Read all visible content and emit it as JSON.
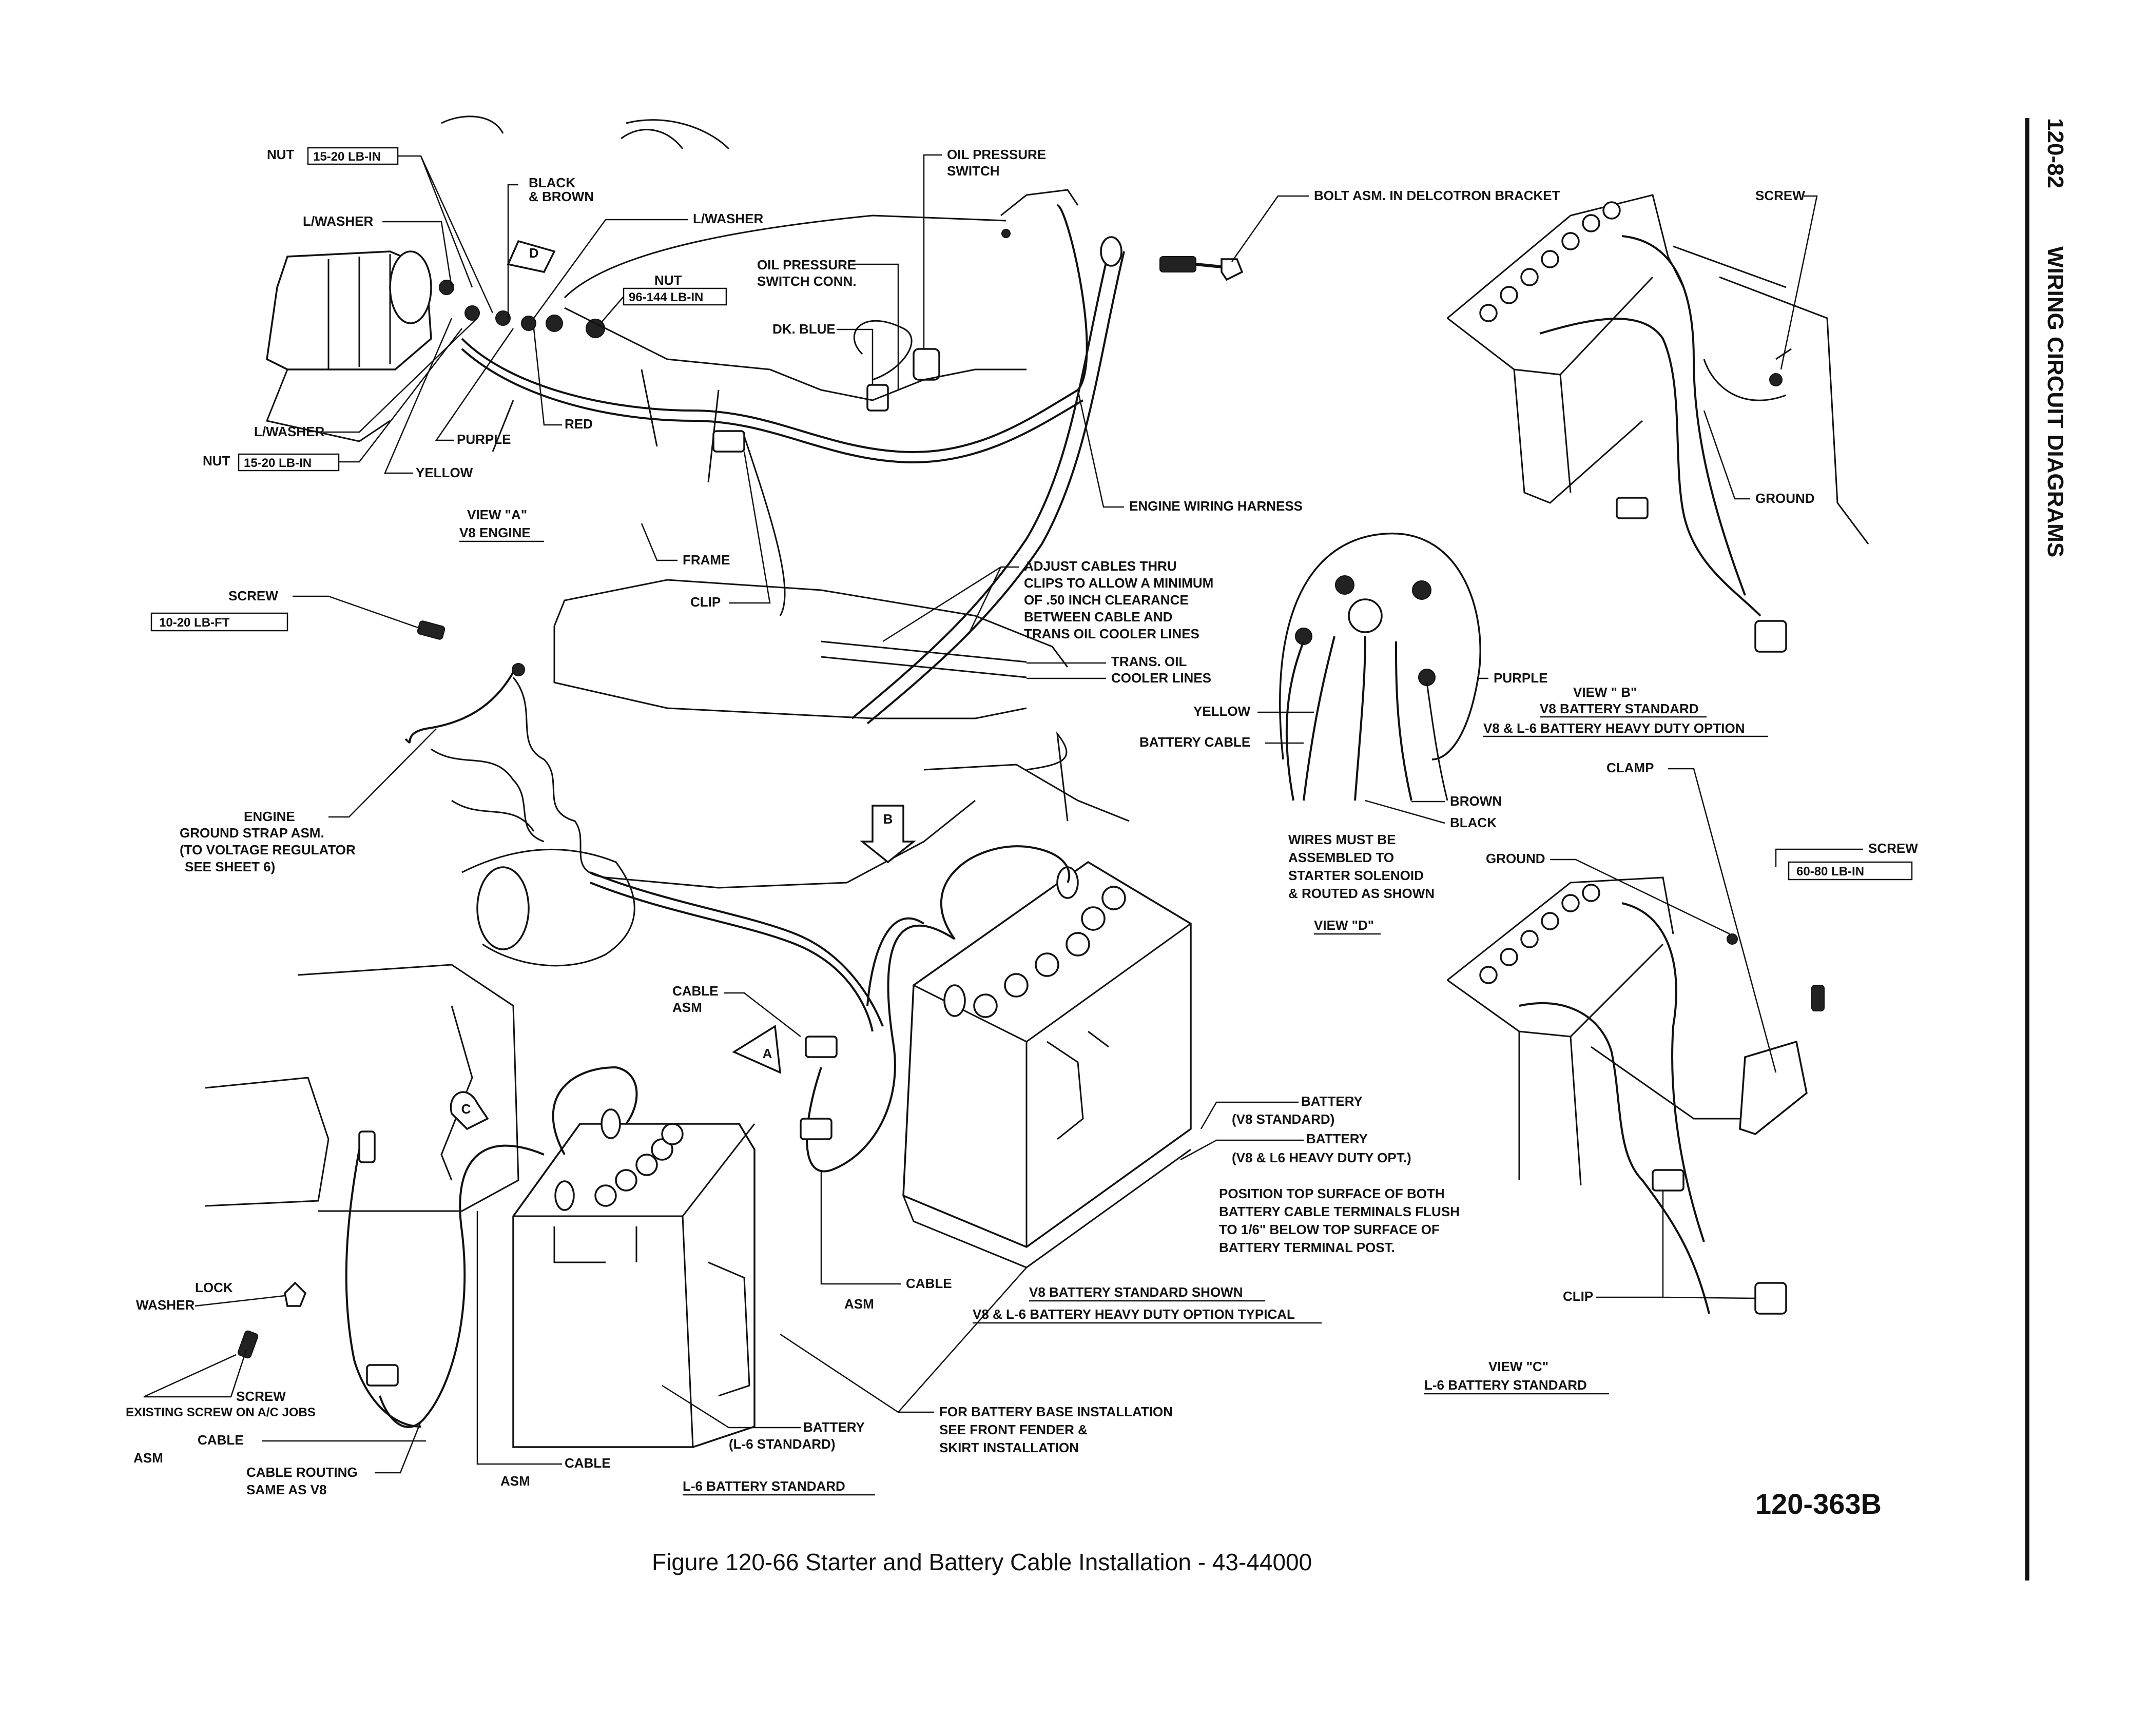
{
  "page": {
    "page_number": "120-82",
    "section_title": "WIRING CIRCUIT DIAGRAMS",
    "figure_code": "120-363B",
    "caption": "Figure 120-66 Starter and Battery Cable Installation - 43-44000"
  },
  "view_a": {
    "nut_top_label": "NUT",
    "nut_top_spec": "15-20 LB-IN",
    "black_brown": [
      "BLACK",
      "& BROWN"
    ],
    "l_washer_1": "L/WASHER",
    "l_washer_2": "L/WASHER",
    "l_washer_3": "L/WASHER",
    "nut_mid_label": "NUT",
    "nut_mid_spec": "96-144 LB-IN",
    "oil_pressure_switch": [
      "OIL PRESSURE",
      "SWITCH"
    ],
    "oil_pressure_switch_conn": [
      "OIL PRESSURE",
      "SWITCH CONN."
    ],
    "dk_blue": "DK. BLUE",
    "red": "RED",
    "purple": "PURPLE",
    "yellow": "YELLOW",
    "nut_bottom_label": "NUT",
    "nut_bottom_spec": "15-20 LB-IN",
    "view_title": "VIEW \"A\"",
    "view_sub": "V8 ENGINE",
    "frame": "FRAME",
    "clip": "CLIP",
    "engine_wiring_harness": "ENGINE WIRING HARNESS",
    "marker_d": "D"
  },
  "notes": {
    "adjust_cables": [
      "ADJUST CABLES THRU",
      "CLIPS TO ALLOW A MINIMUM",
      "OF .50 INCH CLEARANCE",
      "BETWEEN CABLE AND",
      "TRANS OIL COOLER LINES"
    ],
    "trans_oil": [
      "TRANS. OIL",
      "COOLER LINES"
    ],
    "screw_label": "SCREW",
    "screw_spec": "10-20 LB-FT",
    "engine_ground": [
      "ENGINE",
      "GROUND STRAP ASM.",
      "(TO VOLTAGE REGULATOR",
      "SEE SHEET 6)"
    ],
    "bolt_asm": "BOLT ASM. IN DELCOTRON BRACKET"
  },
  "view_b": {
    "screw": "SCREW",
    "ground": "GROUND",
    "purple": "PURPLE",
    "title": "VIEW \" B\"",
    "line1": "V8 BATTERY STANDARD",
    "line2": "V8 & L-6 BATTERY HEAVY DUTY OPTION"
  },
  "view_d": {
    "yellow": "YELLOW",
    "battery_cable": "BATTERY CABLE",
    "brown": "BROWN",
    "black": "BLACK",
    "wires_must": [
      "WIRES MUST BE",
      "ASSEMBLED TO",
      "STARTER SOLENOID",
      "& ROUTED AS SHOWN"
    ],
    "title": "VIEW \"D\""
  },
  "view_c": {
    "clamp": "CLAMP",
    "screw": "SCREW",
    "screw_spec": "60-80 LB-IN",
    "ground": "GROUND",
    "clip": "CLIP",
    "title": "VIEW \"C\"",
    "subtitle": "L-6 BATTERY STANDARD"
  },
  "center": {
    "cable_asm": [
      "CABLE",
      "ASM"
    ],
    "battery_v8": [
      "BATTERY",
      "(V8 STANDARD)"
    ],
    "battery_hd": [
      "BATTERY",
      "(V8 & L6 HEAVY DUTY OPT.)"
    ],
    "position_note": [
      "POSITION TOP SURFACE OF BOTH",
      "BATTERY CABLE TERMINALS FLUSH",
      "TO 1/6\" BELOW TOP SURFACE OF",
      "BATTERY TERMINAL POST."
    ],
    "cable": "CABLE",
    "asm": "ASM",
    "v8_shown": "V8 BATTERY STANDARD SHOWN",
    "v8_typical": "V8 & L-6 BATTERY HEAVY DUTY OPTION TYPICAL",
    "battery_base": [
      "FOR BATTERY BASE INSTALLATION",
      "SEE FRONT FENDER &",
      "SKIRT INSTALLATION"
    ],
    "marker_a": "A",
    "marker_b": "B",
    "marker_c": "C"
  },
  "bottom_left": {
    "lock_washer": [
      "LOCK",
      "WASHER"
    ],
    "screw": "SCREW",
    "existing_screw": "EXISTING SCREW ON A/C JOBS",
    "cable": "CABLE",
    "asm": "ASM",
    "cable_routing": [
      "CABLE ROUTING",
      "SAME AS V8"
    ],
    "cable2": "CABLE",
    "asm2": "ASM",
    "battery_l6": [
      "BATTERY",
      "(L-6 STANDARD)"
    ],
    "l6_standard": "L-6 BATTERY STANDARD"
  }
}
